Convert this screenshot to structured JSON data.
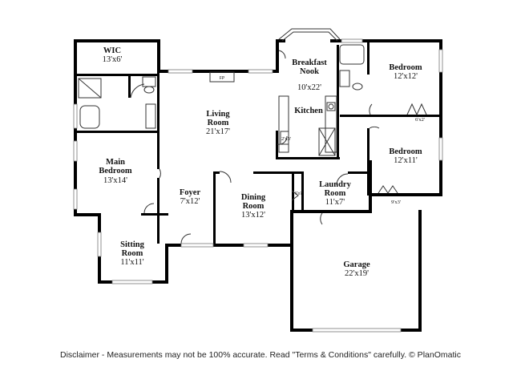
{
  "rooms": {
    "wic": {
      "name": "WIC",
      "size": "13'x6'"
    },
    "breakfast": {
      "name_line1": "Breakfast",
      "name_line2": "Nook",
      "size": "10'x22'"
    },
    "kitchen": {
      "name": "Kitchen"
    },
    "bedroom1": {
      "name": "Bedroom",
      "size": "12'x12'"
    },
    "bedroom2": {
      "name": "Bedroom",
      "size": "12'x11'"
    },
    "living": {
      "name_line1": "Living",
      "name_line2": "Room",
      "size": "21'x17'"
    },
    "main_bedroom": {
      "name_line1": "Main",
      "name_line2": "Bedroom",
      "size": "13'x14'"
    },
    "foyer": {
      "name": "Foyer",
      "size": "7'x12'"
    },
    "dining": {
      "name_line1": "Dining",
      "name_line2": "Room",
      "size": "13'x12'"
    },
    "laundry": {
      "name_line1": "Laundry",
      "name_line2": "Room",
      "size": "11'x7'"
    },
    "sitting": {
      "name_line1": "Sitting",
      "name_line2": "Room",
      "size": "11'x11'"
    },
    "garage": {
      "name": "Garage",
      "size": "22'x19'"
    }
  },
  "closets": {
    "fireplace": "FP",
    "pantry": "2'x3'",
    "bed1_closet": "6'x2'",
    "bed2_closet": "9'x3'",
    "laundry_closet": "6'x7'"
  },
  "disclaimer": "Disclaimer - Measurements may not be 100% accurate. Read \"Terms & Conditions\" carefully. © PlanOmatic"
}
